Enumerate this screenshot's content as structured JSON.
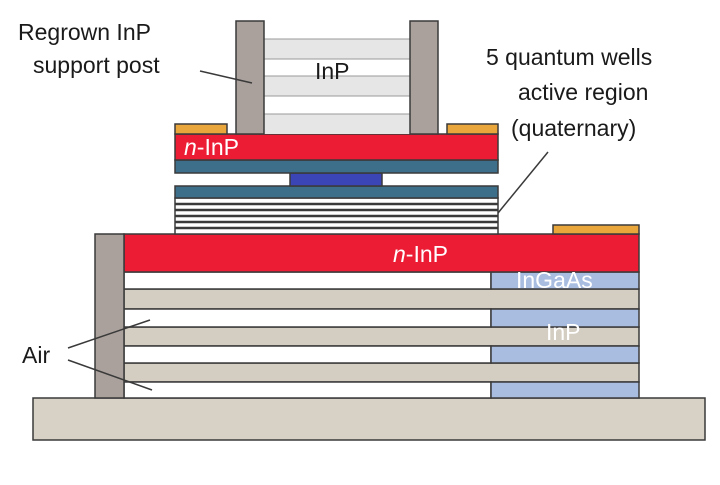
{
  "labels": {
    "regrown_line1": "Regrown InP",
    "regrown_line2": "support post",
    "inp_top": "InP",
    "qw_line1": "5 quantum wells",
    "qw_line2": "active region",
    "qw_line3": "(quaternary)",
    "n_prefix": "n",
    "n_suffix": "-InP",
    "ingaas": "InGaAs",
    "inp_right": "InP",
    "air": "Air"
  },
  "colors": {
    "red": "#ed1c35",
    "teal": "#3d6f8b",
    "violet": "#3c45b5",
    "gold": "#e9a63a",
    "grey_post": "#aaa19c",
    "beige": "#d4cdc2",
    "light_blue": "#a8bde0",
    "substrate": "#d8d1c6",
    "outline": "#3a3a3a"
  }
}
